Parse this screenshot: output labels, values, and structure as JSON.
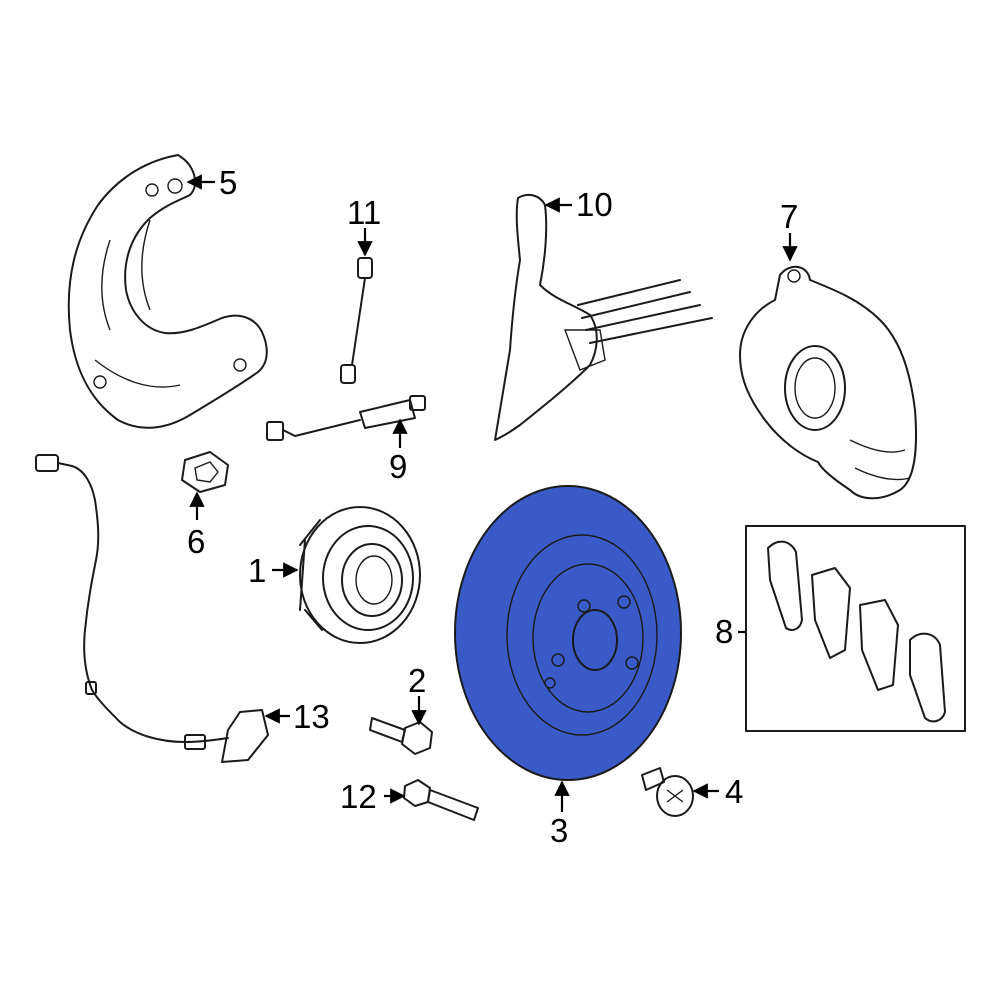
{
  "diagram": {
    "highlight_color": "#3a5bc7",
    "callouts": {
      "c1": "1",
      "c2": "2",
      "c3": "3",
      "c4": "4",
      "c5": "5",
      "c6": "6",
      "c7": "7",
      "c8": "8",
      "c9": "9",
      "c10": "10",
      "c11": "11",
      "c12": "12",
      "c13": "13"
    },
    "parts": {
      "hub": "wheel-hub-assembly",
      "bolt": "bolt",
      "rotor": "brake-rotor",
      "screw": "rotor-screw",
      "splash_shield": "splash-shield",
      "nut": "nut",
      "caliper": "brake-caliper",
      "pads": "brake-pad-set",
      "wear_sensor": "wear-sensor",
      "guide": "air-guide",
      "rear_sensor": "brake-wear-sensor",
      "hub_bolt": "hub-bolt",
      "abs_sensor": "abs-sensor-harness"
    }
  }
}
